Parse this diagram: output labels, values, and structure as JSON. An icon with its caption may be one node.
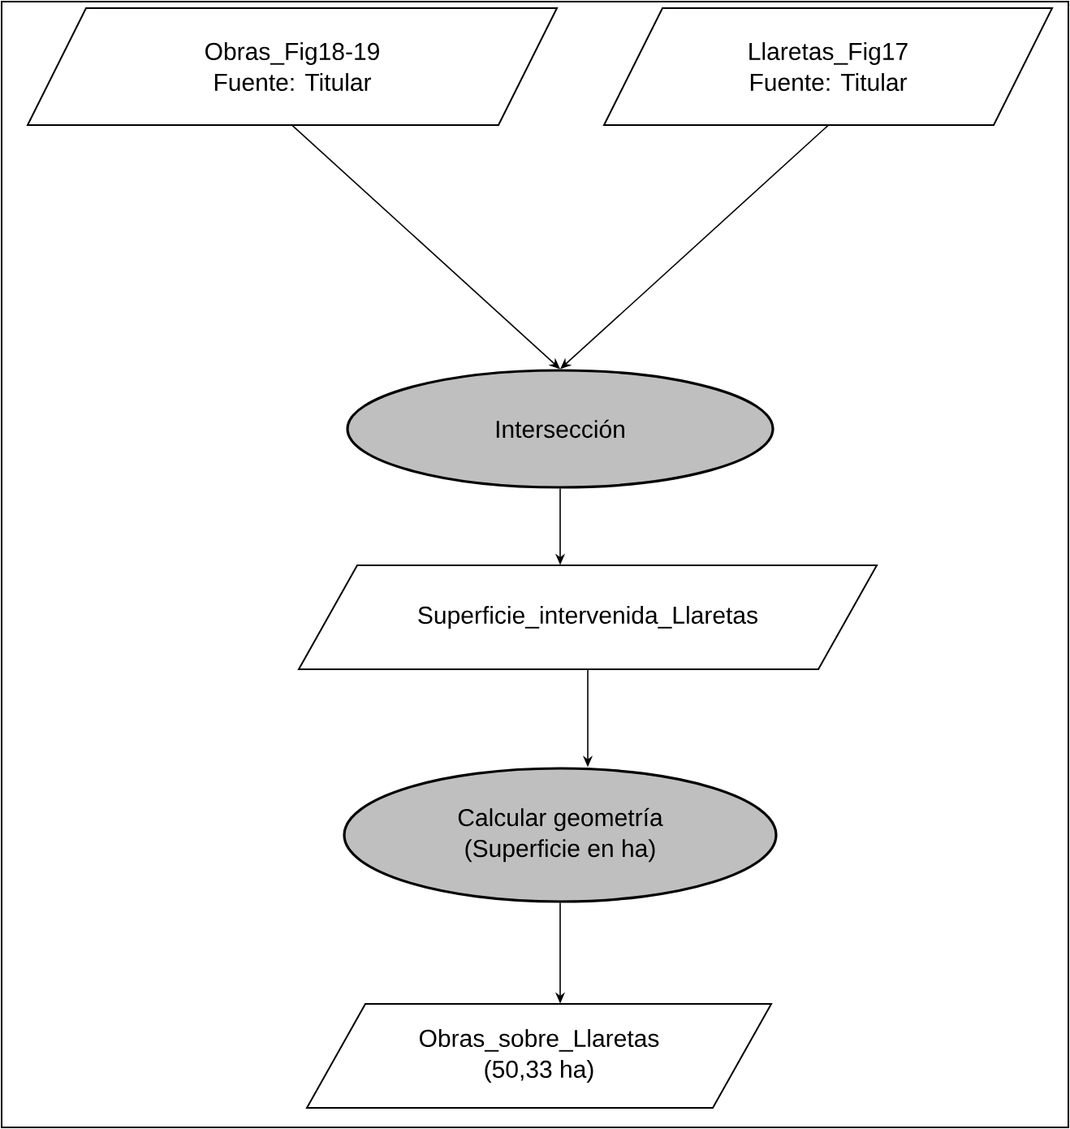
{
  "diagram": {
    "nodes": [
      {
        "text": [
          "Obras_Fig18-19",
          "Fuente: Titular"
        ]
      },
      {
        "text": [
          "Llaretas_Fig17",
          "Fuente: Titular"
        ]
      },
      {
        "text": [
          "Intersección"
        ]
      },
      {
        "text": [
          "Superficie_intervenida_Llaretas"
        ]
      },
      {
        "text": [
          "Calcular geometría",
          "(Superficie  en ha)"
        ]
      },
      {
        "text": [
          "Obras_sobre_Llaretas",
          "(50,33 ha)"
        ]
      }
    ],
    "edges": [
      {
        "from": 0,
        "to": 2,
        "arrow": "to"
      },
      {
        "from": 1,
        "to": 2,
        "arrow": "to"
      },
      {
        "from": 2,
        "to": 3,
        "arrow": "to"
      },
      {
        "from": 3,
        "to": 4,
        "arrow": "to"
      },
      {
        "from": 4,
        "to": 5,
        "arrow": "to"
      }
    ]
  }
}
